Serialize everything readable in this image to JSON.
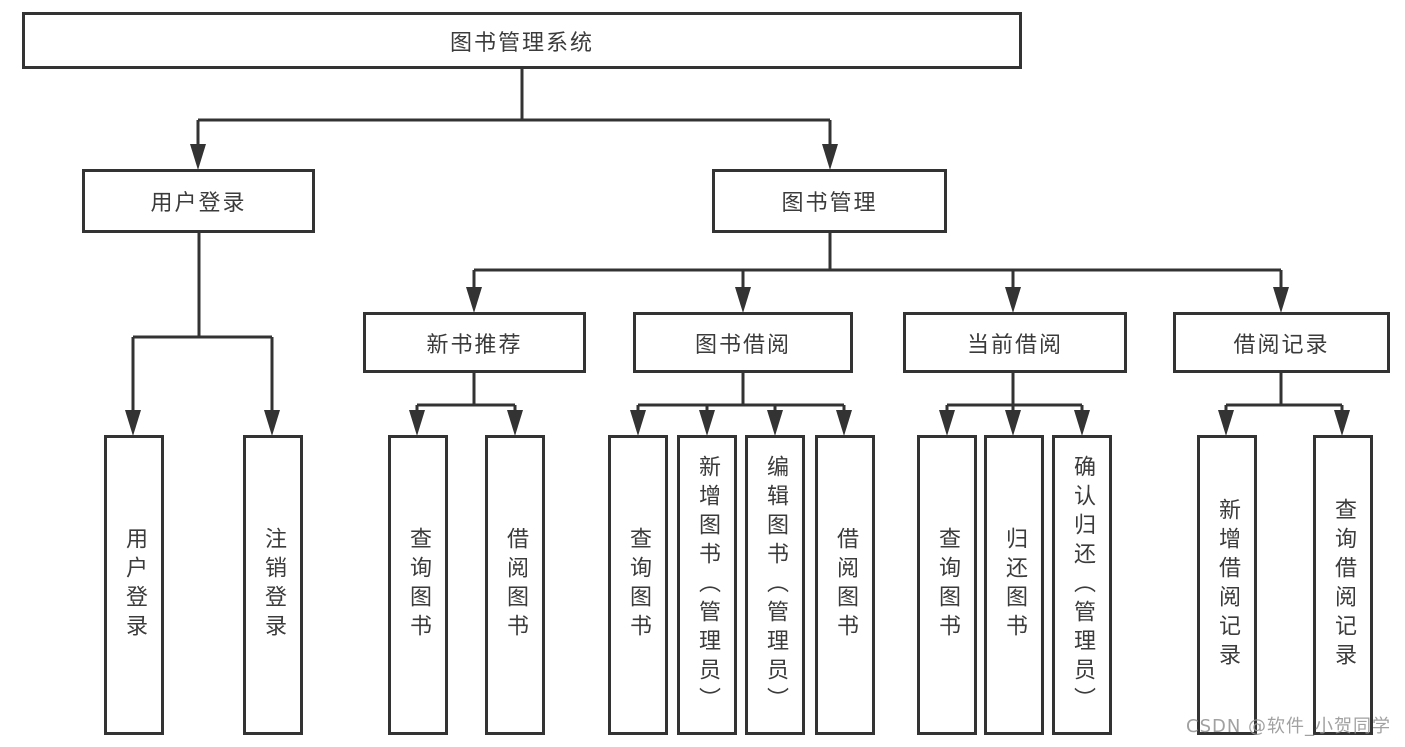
{
  "diagram": {
    "colors": {
      "line": "#333333",
      "text": "#3b3b3b",
      "background": "#ffffff",
      "watermark": "#949494"
    },
    "tree": {
      "root": {
        "label": "图书管理系统"
      },
      "children": [
        {
          "label": "用户登录",
          "children": [
            {
              "label": "用户登录"
            },
            {
              "label": "注销登录"
            }
          ]
        },
        {
          "label": "图书管理",
          "children": [
            {
              "label": "新书推荐",
              "children": [
                {
                  "label": "查询图书"
                },
                {
                  "label": "借阅图书"
                }
              ]
            },
            {
              "label": "图书借阅",
              "children": [
                {
                  "label": "查询图书"
                },
                {
                  "label": "新增图书（管理员）"
                },
                {
                  "label": "编辑图书（管理员）"
                },
                {
                  "label": "借阅图书"
                }
              ]
            },
            {
              "label": "当前借阅",
              "children": [
                {
                  "label": "查询图书"
                },
                {
                  "label": "归还图书"
                },
                {
                  "label": "确认归还（管理员）"
                }
              ]
            },
            {
              "label": "借阅记录",
              "children": [
                {
                  "label": "新增借阅记录"
                },
                {
                  "label": "查询借阅记录"
                }
              ]
            }
          ]
        }
      ]
    },
    "watermark": {
      "text": "CSDN @软件_小贺同学"
    }
  }
}
